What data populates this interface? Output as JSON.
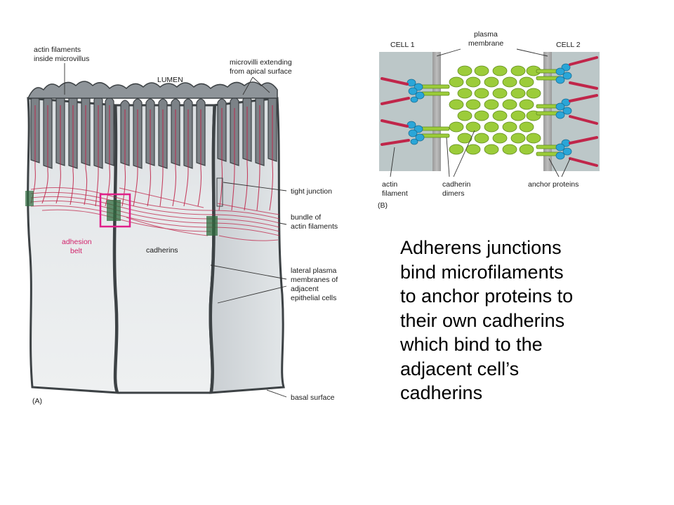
{
  "figure_a": {
    "labels": {
      "actin_line1": "actin filaments",
      "actin_line2": "inside microvillus",
      "lumen": "LUMEN",
      "microvilli_line1": "microvilli extending",
      "microvilli_line2": "from apical surface",
      "tight_junction": "tight junction",
      "bundle_line1": "bundle of",
      "bundle_line2": "actin filaments",
      "adhesion_line1": "adhesion",
      "adhesion_line2": "belt",
      "cadherins": "cadherins",
      "lateral_line1": "lateral plasma",
      "lateral_line2": "membranes of",
      "lateral_line3": "adjacent",
      "lateral_line4": "epithelial cells",
      "basal_surface": "basal surface",
      "panel_tag": "(A)"
    }
  },
  "figure_b": {
    "labels": {
      "cell1": "CELL 1",
      "cell2": "CELL 2",
      "plasma_line1": "plasma",
      "plasma_line2": "membrane",
      "actin_line1": "actin",
      "actin_line2": "filament",
      "cadherin_line1": "cadherin",
      "cadherin_line2": "dimers",
      "anchor_proteins": "anchor proteins",
      "panel_tag": "(B)"
    }
  },
  "caption": {
    "lines": [
      "Adherens junctions",
      "bind microfilaments",
      "to anchor proteins to",
      "their own cadherins",
      "which bind to the",
      "adjacent cell’s",
      "cadherins"
    ]
  },
  "colors": {
    "actin": "#c0264a",
    "cadherin": "#9ccc3a",
    "anchor": "#2aa6d8",
    "membrane": "#a8a8a8",
    "highlight_box": "#e0208a"
  }
}
